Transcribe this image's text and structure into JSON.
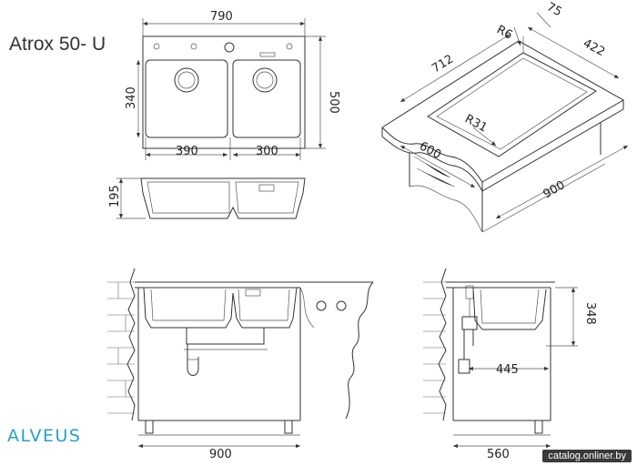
{
  "title": "Atrox 50- U",
  "brand": "ALVEUS",
  "watermark": "catalog.onliner.by",
  "colors": {
    "brand": "#2a9fc9",
    "line": "#333333"
  },
  "top_view": {
    "width": "790",
    "height": "500",
    "bowl_height": "340",
    "bowl_left": "390",
    "bowl_right": "300"
  },
  "side_view": {
    "depth": "195"
  },
  "iso_view": {
    "overall": "75",
    "radius": "R6",
    "length": "712",
    "width": "422",
    "corner": "R31",
    "counter_width": "600",
    "counter_length": "900"
  },
  "front_install": {
    "cabinet": "900"
  },
  "side_install": {
    "depth": "348",
    "drain_offset": "445",
    "cabinet": "560"
  }
}
